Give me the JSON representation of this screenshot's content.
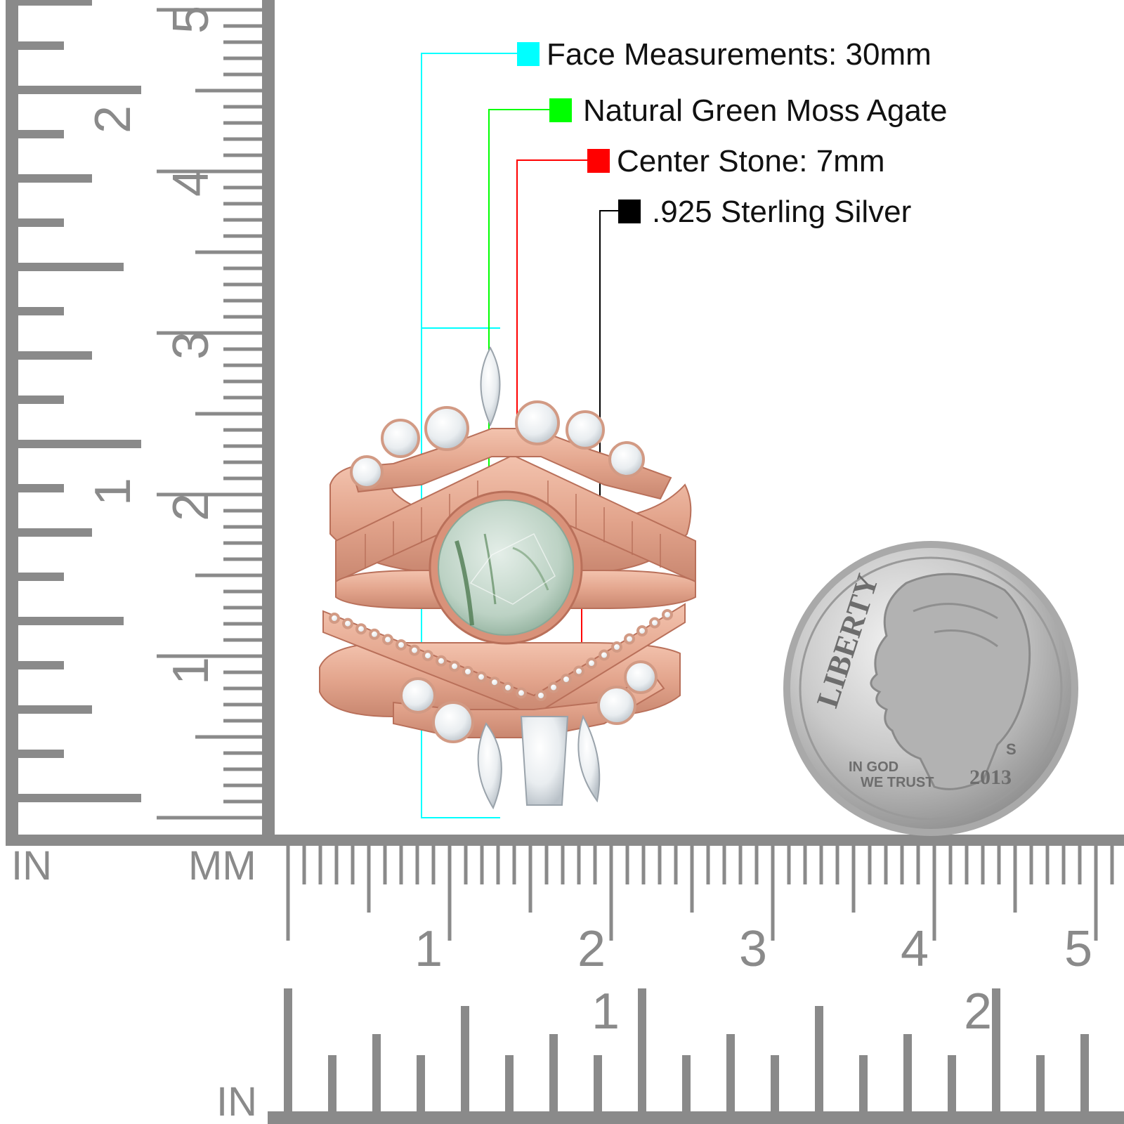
{
  "annotations": [
    {
      "label": "Face Measurements: 30mm",
      "color": "#00ffff"
    },
    {
      "label": "Natural Green Moss Agate",
      "color": "#00ff00"
    },
    {
      "label": "Center Stone: 7mm",
      "color": "#ff0000"
    },
    {
      "label": ".925 Sterling Silver",
      "color": "#000000"
    }
  ],
  "rulers": {
    "left_in_label": "IN",
    "left_mm_label": "MM",
    "bottom_in_label": "IN",
    "mm_numbers": [
      "1",
      "2",
      "3",
      "4",
      "5"
    ],
    "in_numbers": [
      "1",
      "2"
    ],
    "color": "#8a8a8a"
  },
  "coin": {
    "legend_top": "LIBERTY",
    "motto_line1": "IN GOD",
    "motto_line2": "WE TRUST",
    "year": "2013",
    "mint_mark": "S"
  },
  "product": {
    "metal_color": "#e3a58d",
    "center_stone_color": "#b9d3c4"
  }
}
